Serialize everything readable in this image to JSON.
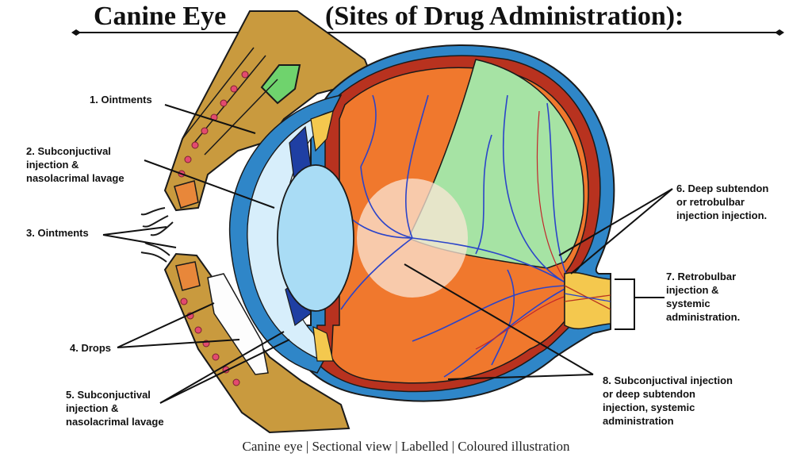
{
  "title": {
    "left": "Canine Eye",
    "right": "(Sites of Drug Administration):"
  },
  "labels": {
    "l1": "1. Ointments",
    "l2": "2. Subconjuctival\ninjection &\nnasolacrimal lavage",
    "l3": "3. Ointments",
    "l4": "4. Drops",
    "l5": "5. Subconjuctival\ninjection &\nnasolacrimal lavage",
    "l6": "6. Deep subtendon\nor retrobulbar\ninjection injection.",
    "l7": "7. Retrobulbar\ninjection &\nsystemic\nadministration.",
    "l8": "8. Subconjuctival injection\nor deep subtendon\ninjection, systemic\nadministration"
  },
  "caption": "Canine eye | Sectional view | Labelled | Coloured illustration",
  "colors": {
    "eyelid": "#c99a3e",
    "sclera": "#2f86c8",
    "choroid": "#b8321f",
    "retina_fill": "#f0782d",
    "vitreous_green": "#a6e3a4",
    "lens": "#a9dcf5",
    "cornea": "#d7eefb",
    "optic_nerve": "#f4c84e",
    "vessel": "#2b44c9"
  }
}
